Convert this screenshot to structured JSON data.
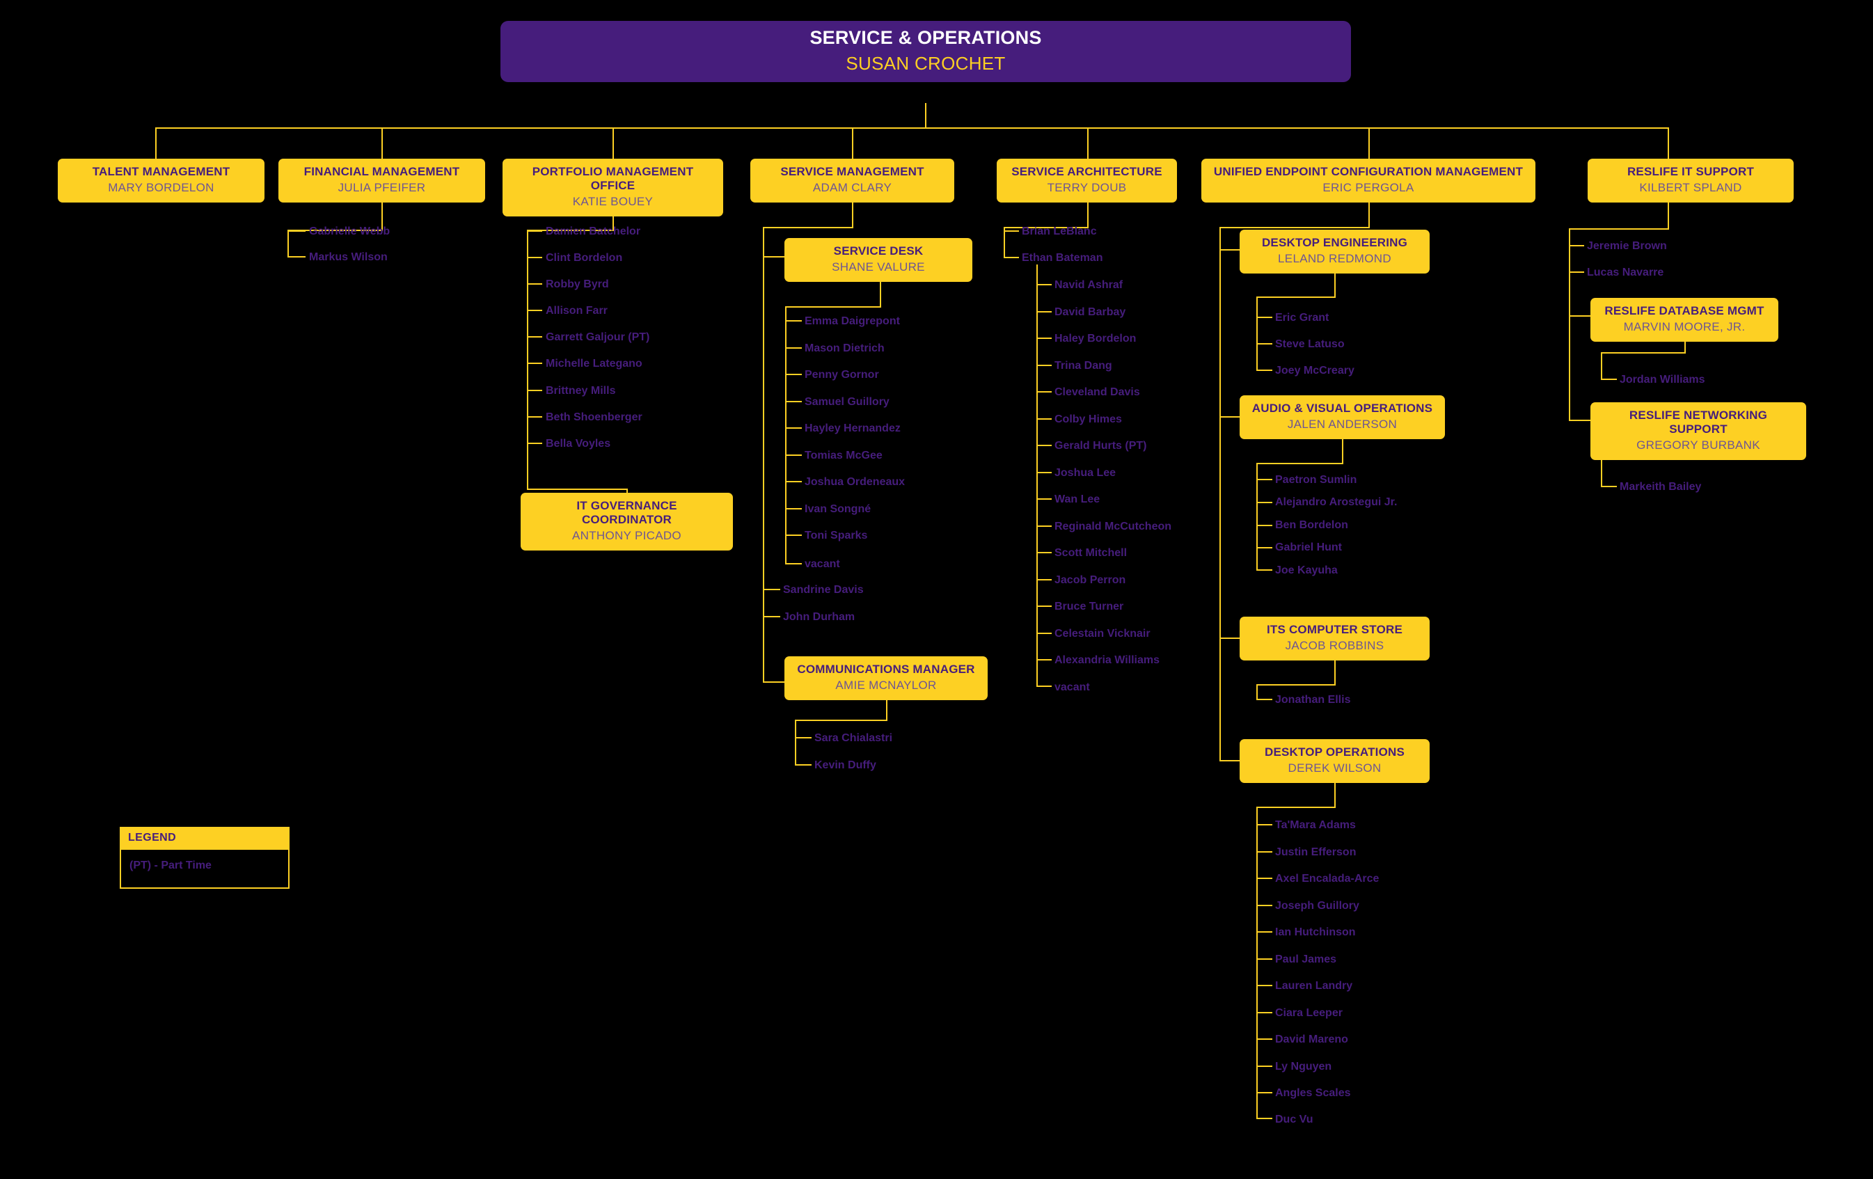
{
  "chart": {
    "type": "org-chart",
    "root": {
      "title": "SERVICE & OPERATIONS",
      "person": "SUSAN CROCHET"
    },
    "legend": {
      "heading": "LEGEND",
      "entry": "(PT) - Part Time"
    },
    "colors": {
      "background": "#000000",
      "gold": "#FDD023",
      "purple": "#461D7C",
      "person_text": "#6E5593",
      "root_title": "#FFFFFF"
    }
  },
  "units": {
    "talent_management": {
      "title": "TALENT MANAGEMENT",
      "person": "MARY BORDELON"
    },
    "financial_management": {
      "title": "FINANCIAL MANAGEMENT",
      "person": "JULIA PFEIFER"
    },
    "portfolio_management_office": {
      "title": "PORTFOLIO MANAGEMENT OFFICE",
      "person": "KATIE BOUEY"
    },
    "it_governance_coordinator": {
      "title": "IT GOVERNANCE COORDINATOR",
      "person": "ANTHONY PICADO"
    },
    "service_management": {
      "title": "SERVICE MANAGEMENT",
      "person": "ADAM CLARY"
    },
    "service_desk": {
      "title": "SERVICE DESK",
      "person": "SHANE VALURE"
    },
    "communications_manager": {
      "title": "COMMUNICATIONS MANAGER",
      "person": "AMIE MCNAYLOR"
    },
    "service_architecture": {
      "title": "SERVICE ARCHITECTURE",
      "person": "TERRY DOUB"
    },
    "unified_endpoint_configuration_management": {
      "title": "UNIFIED ENDPOINT CONFIGURATION MANAGEMENT",
      "person": "ERIC PERGOLA"
    },
    "desktop_engineering": {
      "title": "DESKTOP ENGINEERING",
      "person": "LELAND REDMOND"
    },
    "audio_visual_operations": {
      "title": "AUDIO & VISUAL OPERATIONS",
      "person": "JALEN ANDERSON"
    },
    "its_computer_store": {
      "title": "ITS COMPUTER STORE",
      "person": "JACOB ROBBINS"
    },
    "desktop_operations": {
      "title": "DESKTOP OPERATIONS",
      "person": "DEREK WILSON"
    },
    "reslife_it_support": {
      "title": "RESLIFE IT SUPPORT",
      "person": "KILBERT SPLAND"
    },
    "reslife_database_mgmt": {
      "title": "RESLIFE DATABASE MGMT",
      "person": "MARVIN MOORE, JR."
    },
    "reslife_networking_support": {
      "title": "RESLIFE NETWORKING SUPPORT",
      "person": "GREGORY BURBANK"
    }
  },
  "staff": {
    "financial_management": [
      "Gabrielle Webb",
      "Markus Wilson"
    ],
    "portfolio_management_office": [
      "Damien Batchelor",
      "Clint Bordelon",
      "Robby Byrd",
      "Allison Farr",
      "Garrett Galjour (PT)",
      "Michelle Lategano",
      "Brittney Mills",
      "Beth Shoenberger",
      "Bella Voyles"
    ],
    "service_desk": [
      "Emma Daigrepont",
      "Mason Dietrich",
      "Penny Gornor",
      "Samuel Guillory",
      "Hayley Hernandez",
      "Tomias McGee",
      "Joshua Ordeneaux",
      "Ivan Songné",
      "Toni Sparks",
      "vacant"
    ],
    "service_management": [
      "Sandrine Davis",
      "John Durham"
    ],
    "communications_manager": [
      "Sara Chialastri",
      "Kevin Duffy"
    ],
    "service_architecture": [
      "Brian LeBlanc",
      "Ethan Bateman"
    ],
    "ethan_bateman": [
      "Navid Ashraf",
      "David Barbay",
      "Haley Bordelon",
      "Trina Dang",
      "Cleveland Davis",
      "Colby Himes",
      "Gerald Hurts (PT)",
      "Joshua Lee",
      "Wan Lee",
      "Reginald McCutcheon",
      "Scott Mitchell",
      "Jacob Perron",
      "Bruce Turner",
      "Celestain Vicknair",
      "Alexandria Williams",
      "vacant"
    ],
    "desktop_engineering": [
      "Eric Grant",
      "Steve Latuso",
      "Joey McCreary"
    ],
    "audio_visual_operations": [
      "Paetron Sumlin",
      "Alejandro Arostegui Jr.",
      "Ben Bordelon",
      "Gabriel Hunt",
      "Joe Kayuha"
    ],
    "its_computer_store": [
      "Jonathan Ellis"
    ],
    "desktop_operations": [
      "Ta'Mara Adams",
      "Justin Efferson",
      "Axel Encalada-Arce",
      "Joseph Guillory",
      "Ian Hutchinson",
      "Paul James",
      "Lauren Landry",
      "Ciara Leeper",
      "David Mareno",
      "Ly Nguyen",
      "Angles Scales",
      "Duc Vu"
    ],
    "reslife_it_support": [
      "Jeremie Brown",
      "Lucas Navarre"
    ],
    "reslife_database_mgmt": [
      "Jordan Williams"
    ],
    "reslife_networking_support": [
      "Markeith Bailey"
    ]
  }
}
